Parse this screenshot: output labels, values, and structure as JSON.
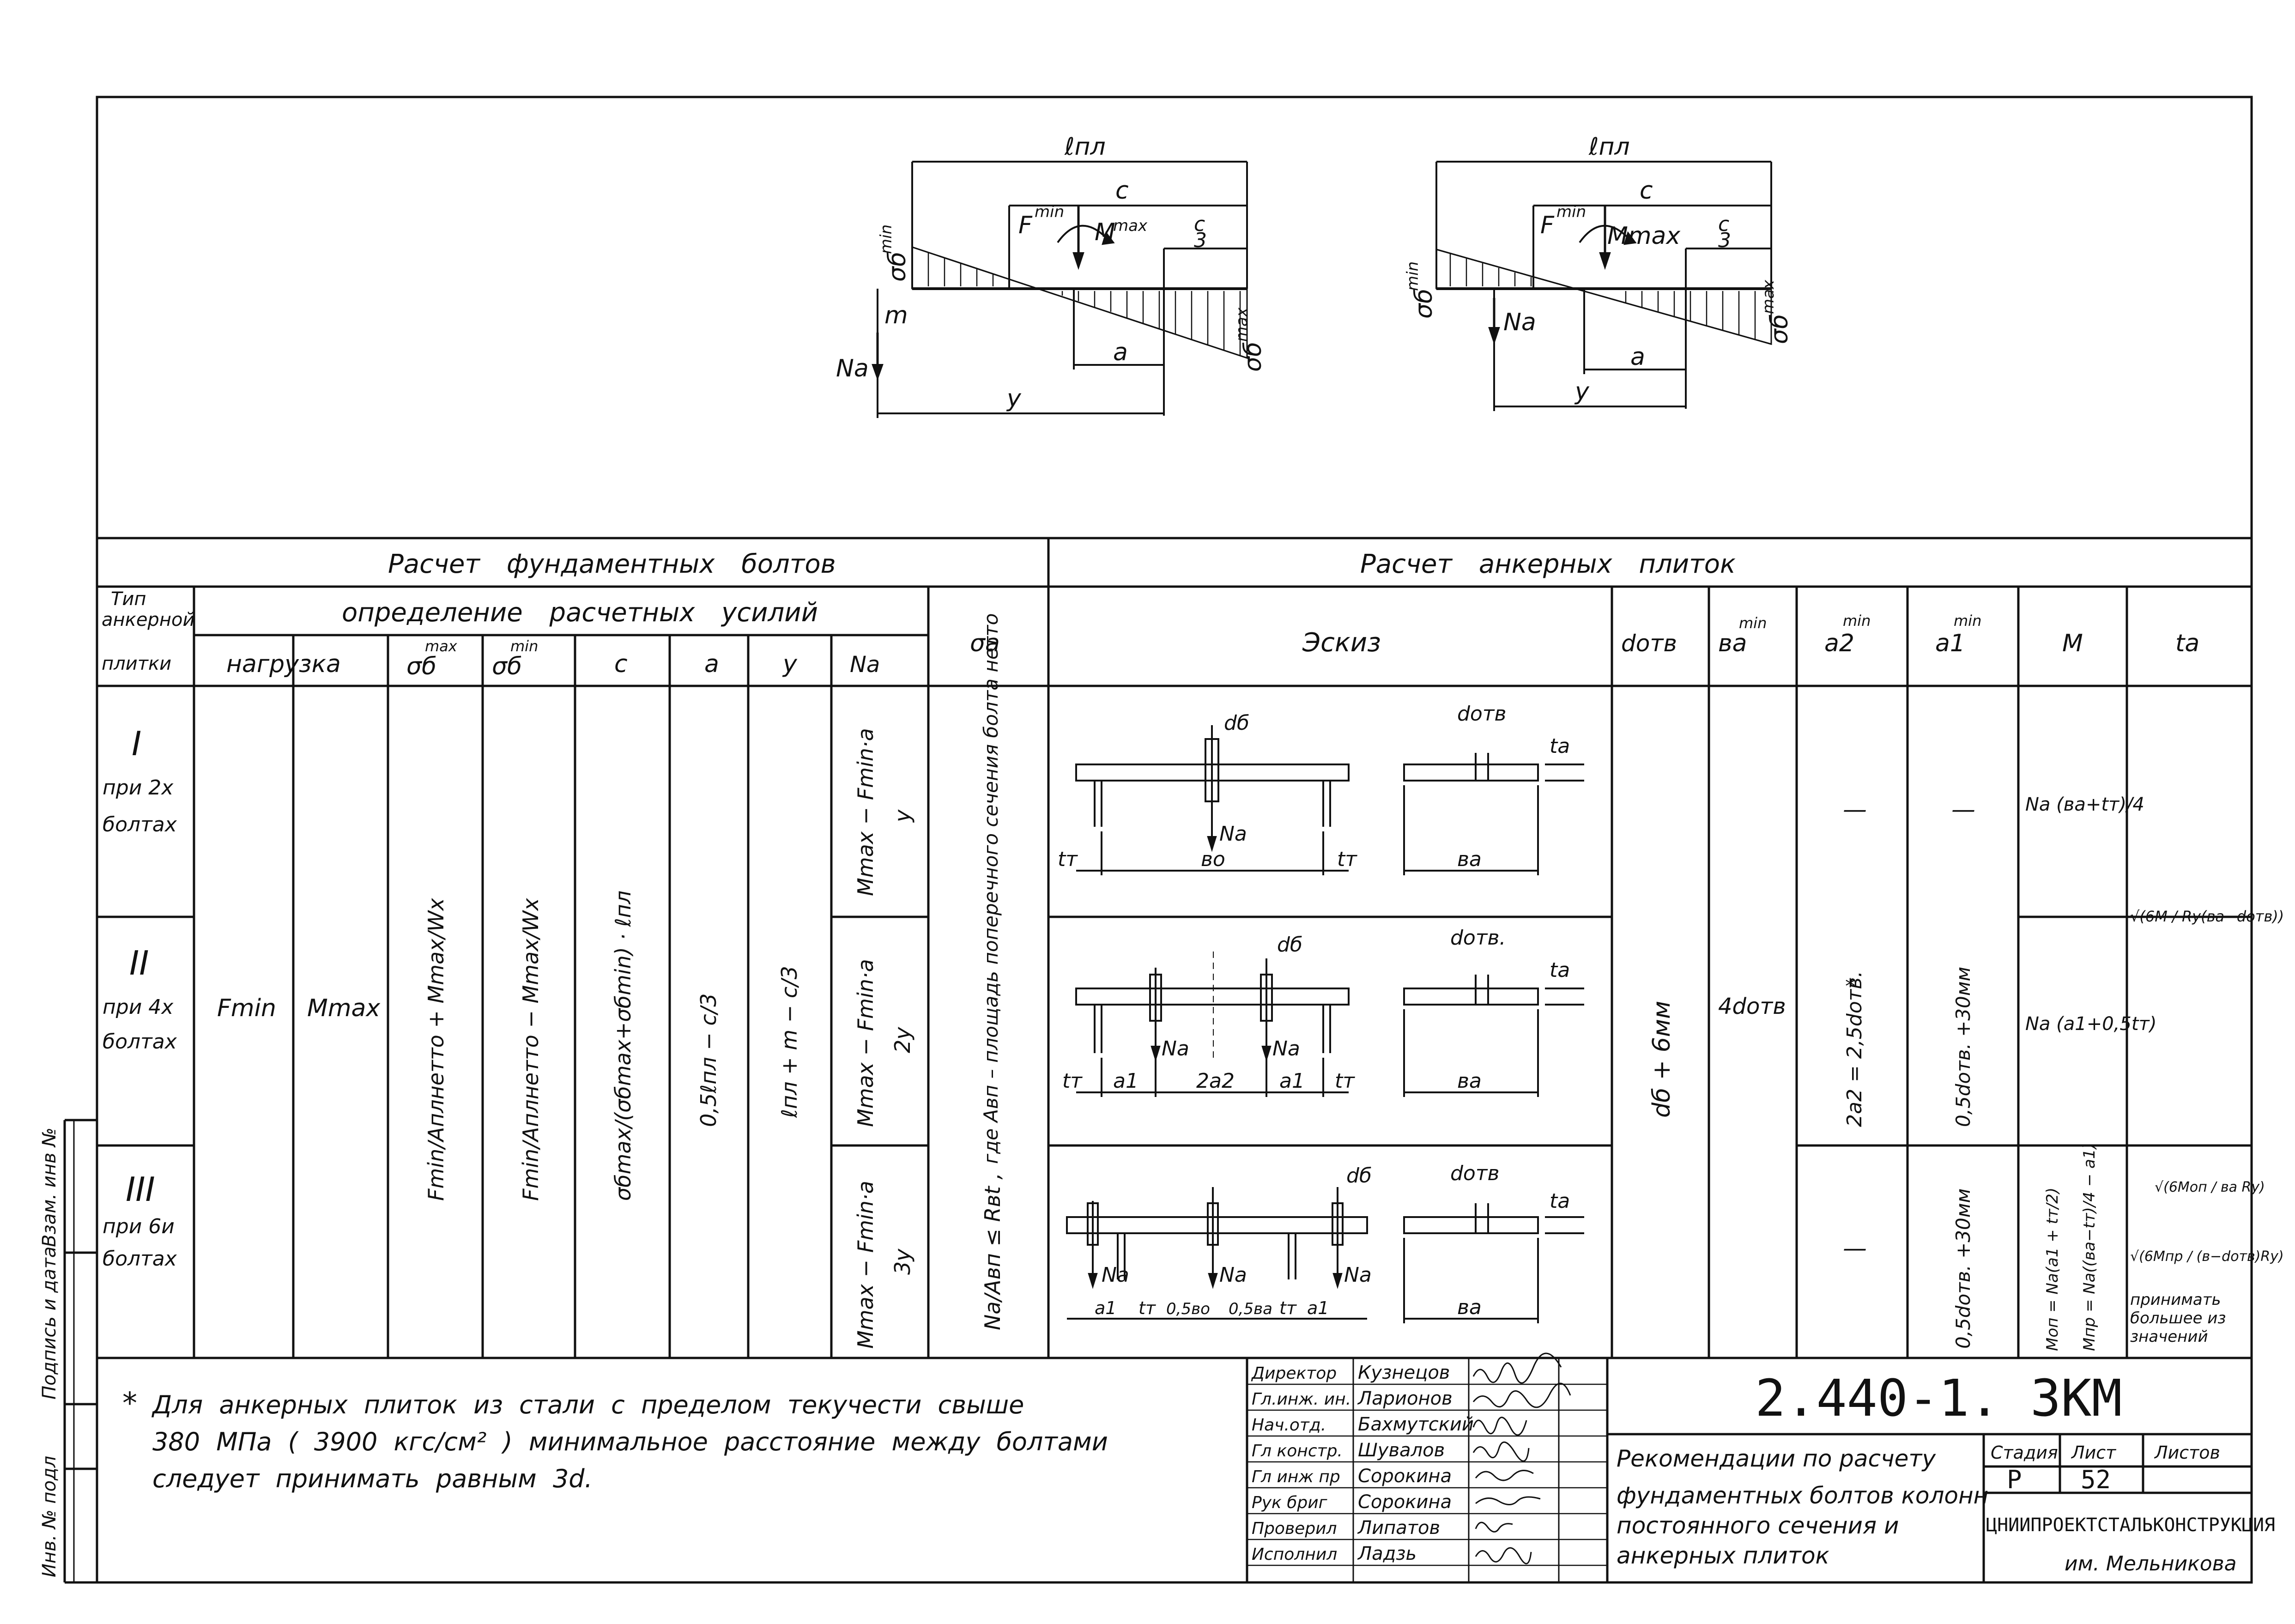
{
  "diagrams": {
    "left": {
      "l_pl": "ℓпл",
      "c": "c",
      "c3_num": "c",
      "c3_den": "3",
      "F": "F",
      "F_sup": "min",
      "M": "M",
      "M_sup": "max",
      "sigma_min": "σб",
      "sigma_min_sup": "min",
      "sigma_max": "σб",
      "sigma_max_sup": "max",
      "m": "m",
      "Na": "Na",
      "a": "a",
      "y": "y"
    },
    "right": {
      "l_pl": "ℓпл",
      "c": "c",
      "c3_num": "c",
      "c3_den": "3",
      "F": "F",
      "F_sup": "min",
      "M": "Mmax",
      "sigma_min": "σб",
      "sigma_min_sup": "min",
      "sigma_max": "σб",
      "sigma_max_sup": "max",
      "Na": "Na",
      "a": "a",
      "y": "y"
    }
  },
  "table": {
    "title_left": "Расчет фундаментных болтов",
    "title_right": "Расчет анкерных плиток",
    "col_type": [
      "Тип",
      "анкерной",
      "плитки"
    ],
    "col_group": "определение расчетных усилий",
    "col_load": "нагрузка",
    "col_sig_max": "σб",
    "col_sig_max_sup": "max",
    "col_sig_min": "σб",
    "col_sig_min_sup": "min",
    "col_c": "c",
    "col_a": "a",
    "col_y": "y",
    "col_na": "Na",
    "col_sa": "σa",
    "col_sketch": "Эскиз",
    "col_dotv": "dотв",
    "col_ba": "вa",
    "col_ba_sup": "min",
    "col_a2": "a2",
    "col_a2_sup": "min",
    "col_a1": "a1",
    "col_a1_sup": "min",
    "col_m": "M",
    "col_ta": "ta",
    "rows": [
      {
        "num": "I",
        "line2": "при 2х",
        "line3": "болтах",
        "na": "Mmax − Fmin·a",
        "na_den": "y",
        "a2": "—",
        "a1": "—",
        "m": "Na (ва+tт)/4"
      },
      {
        "num": "II",
        "line2": "при 4х",
        "line3": "болтах",
        "na": "Mmax − Fmin·a",
        "na_den": "2y",
        "a2": "2a2 = 2,5dотв.",
        "a2_star": "*",
        "a1": "0,5dотв. +30мм",
        "m": "Na (a1+0,5tт)"
      },
      {
        "num": "III",
        "line2": "при 6и",
        "line3": "болтах",
        "na": "Mmax − Fmin·a",
        "na_den": "3y",
        "a2": "—",
        "a1": "0,5dотв. +30мм",
        "m1": "Mоп = Na(a1 + tт/2)",
        "m2": "Mпр = Na((ва−tт)/4 − a1)"
      }
    ],
    "load_f": "Fmin",
    "load_m": "Mmax",
    "sig_max_formula": "Fmin/Aплнетто + Mmax/Wx",
    "sig_min_formula": "Fmin/Aплнетто − Mmax/Wx",
    "c_formula": "σбmax/(σбmax+σбmin) · ℓпл",
    "a_formula": "0,5ℓпл − c/3",
    "y_formula": "ℓпл + m − c/3",
    "sa_formula": "Na/Aвп ≤ Rвt ,",
    "sa_note": "где Aвп – площадь поперечного сечения болта нетто",
    "dotv_formula": "dб + 6мм",
    "ba_formula": "4dотв",
    "ta_1": "√(6M / Ry(вa−dотв))",
    "ta_3a": "√(6Mоп / вa Ry)",
    "ta_3b": "√(6Mпр / (в−dотв)Ry)",
    "ta_3note": [
      "принимать",
      "большее из",
      "значений"
    ],
    "sketch_labels": {
      "db": "dб",
      "dotv": "dотв",
      "ta": "ta",
      "Na": "Na",
      "tt": "tт",
      "bo": "вo",
      "ba": "вa",
      "a1": "a1",
      "2a2": "2a2",
      "dotv_dot": "dотв.",
      "05b": "0,5вo",
      "05b2": "0,5вa"
    }
  },
  "note": {
    "star": "*",
    "line1": "Для анкерных плиток из стали с пределом текучести свыше",
    "line2": "380 МПа  ( 3900 кгс/см² )  минимальное расстояние между болтами",
    "line3": "следует  принимать  равным 3d."
  },
  "side_stamp": [
    "Взам. инв №",
    "Подпись и дата",
    "Инв. № подл"
  ],
  "title_block": {
    "code": "2.440-1.  3КМ",
    "description": [
      "Рекомендации по расчету",
      "фундаментных болтов колонн",
      "постоянного сечения и",
      "анкерных  плиток"
    ],
    "stage_label": "Стадия",
    "sheet_label": "Лист",
    "sheets_label": "Листов",
    "stage": "Р",
    "sheet": "52",
    "sheets": "",
    "org1": "ЦНИИПРОЕКТСТАЛЬКОНСТРУКЦИЯ",
    "org2": "им. Мельникова",
    "staff": [
      {
        "role": "Директор",
        "name": "Кузнецов"
      },
      {
        "role": "Гл.инж. ин.",
        "name": "Ларионов"
      },
      {
        "role": "Нач.отд.",
        "name": "Бахмутский"
      },
      {
        "role": "Гл констр.",
        "name": "Шувалов"
      },
      {
        "role": "Гл инж пр",
        "name": "Сорокина"
      },
      {
        "role": "Рук бриг",
        "name": "Сорокина"
      },
      {
        "role": "Проверил",
        "name": "Липатов"
      },
      {
        "role": "Исполнил",
        "name": "Ладзь"
      }
    ]
  }
}
